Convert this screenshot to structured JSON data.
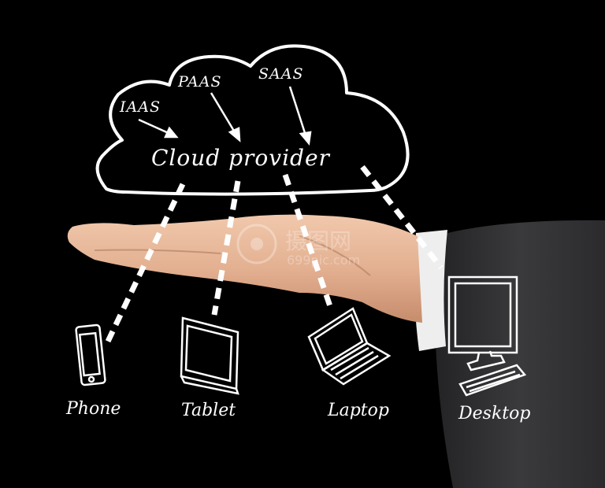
{
  "cloud": {
    "title": "Cloud provider",
    "services": [
      "IAAS",
      "PAAS",
      "SAAS"
    ]
  },
  "devices": [
    "Phone",
    "Tablet",
    "Laptop",
    "Desktop"
  ],
  "watermark": {
    "name": "摄图网",
    "site": "699pic.com"
  },
  "colors": {
    "background": "#000000",
    "drawing": "#ffffff",
    "skin": "#e6b494",
    "sleeve": "#2a2a2c"
  }
}
